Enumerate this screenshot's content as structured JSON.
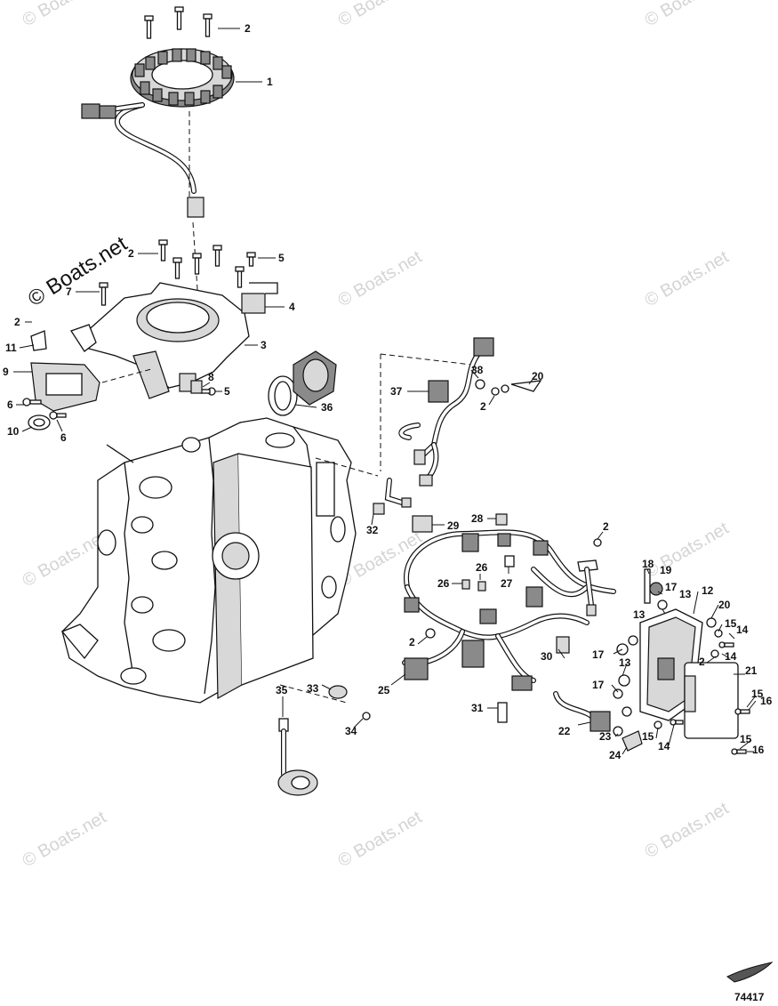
{
  "watermark": "© Boats.net",
  "figure_number": "74417",
  "callouts": {
    "c1": "1",
    "c2a": "2",
    "c2b": "2",
    "c2c": "2",
    "c2d": "2",
    "c2e": "2",
    "c2f": "2",
    "c2g": "2",
    "c3": "3",
    "c4": "4",
    "c5a": "5",
    "c5b": "5",
    "c6a": "6",
    "c6b": "6",
    "c7": "7",
    "c8": "8",
    "c9": "9",
    "c10": "10",
    "c11": "11",
    "c12": "12",
    "c13a": "13",
    "c13b": "13",
    "c13c": "13",
    "c14a": "14",
    "c14b": "14",
    "c14c": "14",
    "c15a": "15",
    "c15b": "15",
    "c15c": "15",
    "c15d": "15",
    "c16a": "16",
    "c16b": "16",
    "c17a": "17",
    "c17b": "17",
    "c17c": "17",
    "c18": "18",
    "c19": "19",
    "c20a": "20",
    "c20b": "20",
    "c21": "21",
    "c22": "22",
    "c23": "23",
    "c24": "24",
    "c25": "25",
    "c26a": "26",
    "c26b": "26",
    "c27": "27",
    "c28": "28",
    "c29": "29",
    "c30": "30",
    "c31": "31",
    "c32": "32",
    "c33": "33",
    "c34": "34",
    "c35": "35",
    "c36": "36",
    "c37": "37",
    "c38": "38"
  }
}
